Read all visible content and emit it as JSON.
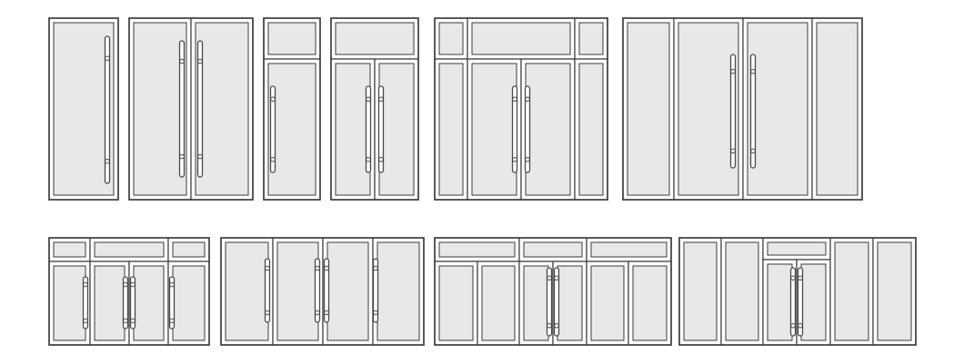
{
  "title": "",
  "colors": {
    "background": "#ffffff",
    "frame": "#3a3a3a",
    "frame_fill": "#ffffff",
    "glass": "#e8e8e8",
    "handle": "#4a4a4a"
  },
  "items": [
    {
      "name": "single-door-with-pull-handle",
      "icon": "single-door-icon"
    },
    {
      "name": "double-door-with-pull-handles",
      "icon": "double-door-icon"
    },
    {
      "name": "single-door-with-transom",
      "icon": "door-transom-icon"
    },
    {
      "name": "double-door-with-transom",
      "icon": "double-door-transom-icon"
    },
    {
      "name": "double-door-with-sidelights-and-transom",
      "icon": "door-sidelight-transom-icon"
    },
    {
      "name": "double-door-with-sidelights",
      "icon": "door-sidelight-icon"
    },
    {
      "name": "three-doors-with-transom",
      "icon": "triple-door-transom-icon"
    },
    {
      "name": "four-doors",
      "icon": "quad-door-icon"
    },
    {
      "name": "partition-with-center-double-door",
      "icon": "partition-door-icon"
    },
    {
      "name": "partition-with-double-door-and-transom",
      "icon": "partition-door-transom-icon"
    }
  ]
}
